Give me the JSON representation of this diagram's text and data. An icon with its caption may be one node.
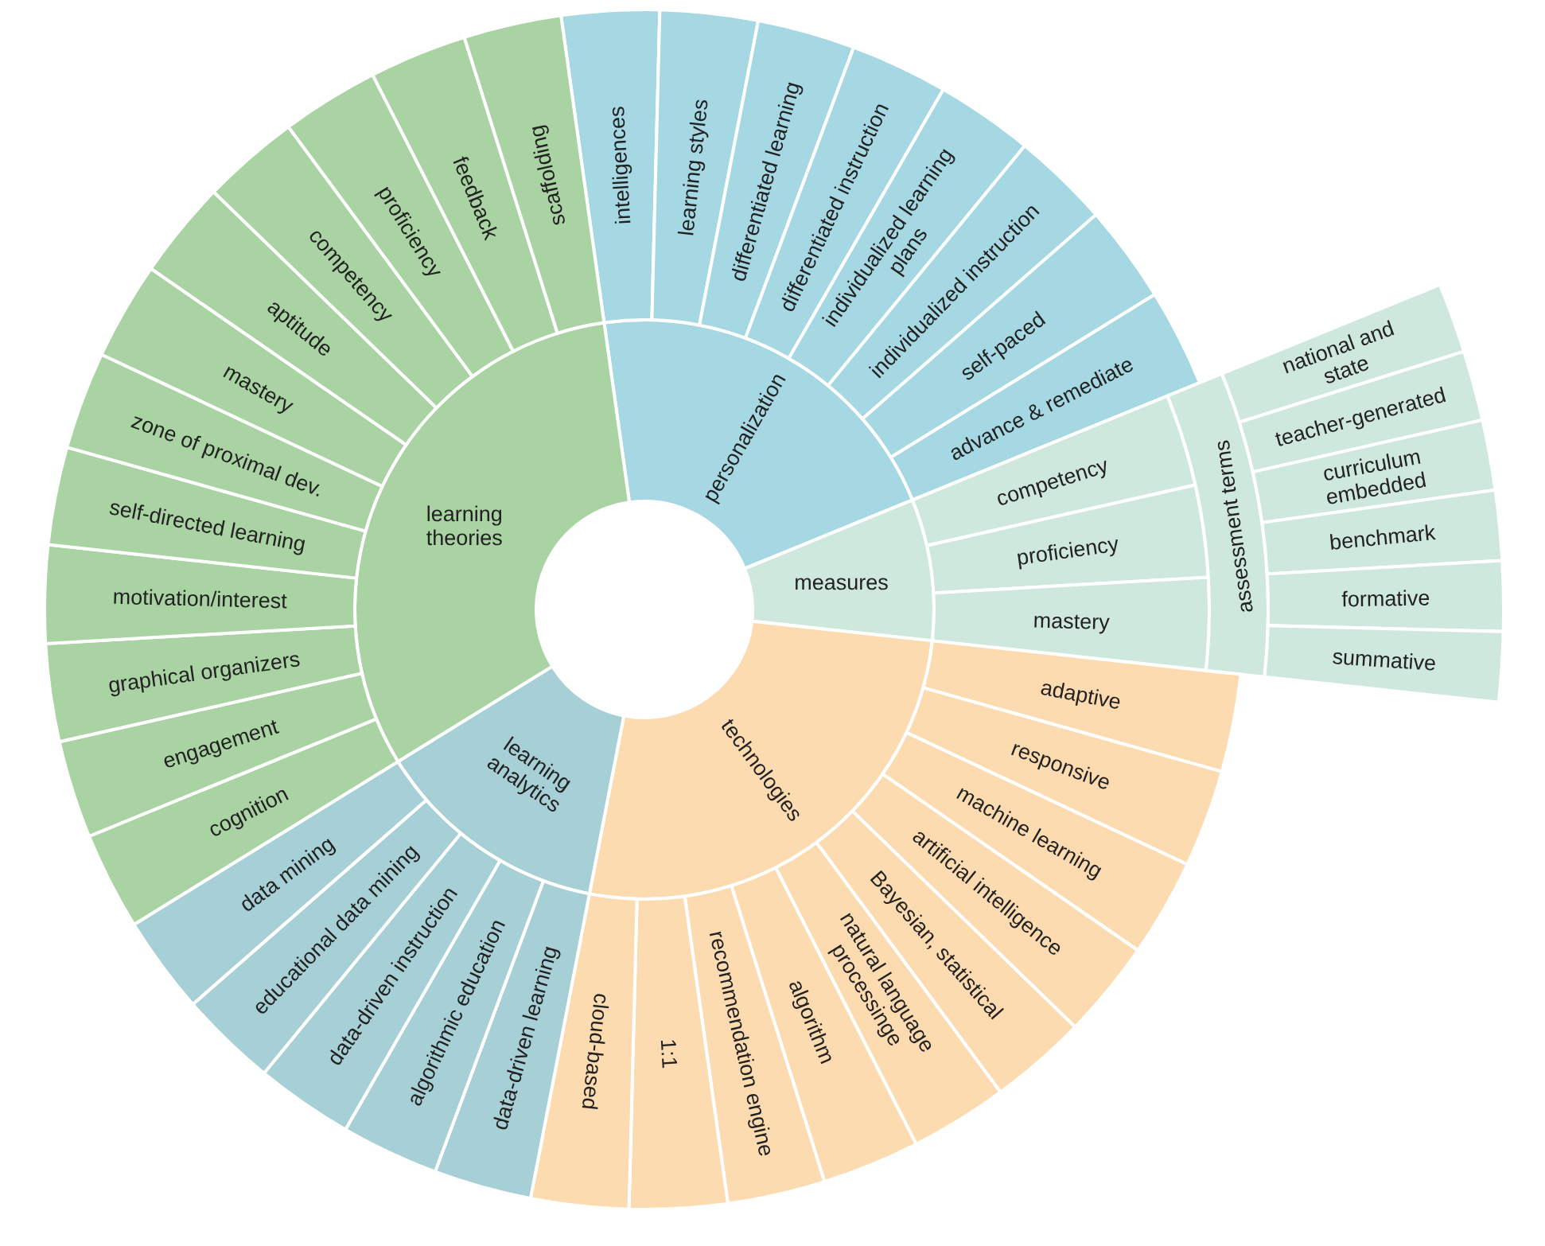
{
  "diagram": {
    "nodes": [
      {
        "text": [
          "learning theories"
        ]
      },
      {
        "text": [
          "cognition"
        ]
      },
      {
        "text": [
          "engagement"
        ]
      },
      {
        "text": [
          "graphical organizers"
        ]
      },
      {
        "text": [
          "motivation/interest"
        ]
      },
      {
        "text": [
          "self-directed learning"
        ]
      },
      {
        "text": [
          "zone of proximal dev."
        ]
      },
      {
        "text": [
          "mastery"
        ]
      },
      {
        "text": [
          "aptitude"
        ]
      },
      {
        "text": [
          "competency"
        ]
      },
      {
        "text": [
          "proficiency"
        ]
      },
      {
        "text": [
          "feedback"
        ]
      },
      {
        "text": [
          "scaffolding"
        ]
      },
      {
        "text": [
          "personalization"
        ]
      },
      {
        "text": [
          "intelligences"
        ]
      },
      {
        "text": [
          "learning styles"
        ]
      },
      {
        "text": [
          "differentiated learning"
        ]
      },
      {
        "text": [
          "differentiated instruction"
        ]
      },
      {
        "text": [
          "individualized learning plans"
        ]
      },
      {
        "text": [
          "individualized instruction"
        ]
      },
      {
        "text": [
          "self-paced"
        ]
      },
      {
        "text": [
          "advance & remediate"
        ]
      },
      {
        "text": [
          "measures"
        ]
      },
      {
        "text": [
          "competency"
        ]
      },
      {
        "text": [
          "proficiency"
        ]
      },
      {
        "text": [
          "mastery"
        ]
      },
      {
        "text": [
          "assessment terms"
        ]
      },
      {
        "text": [
          "national and state"
        ]
      },
      {
        "text": [
          "teacher-generated"
        ]
      },
      {
        "text": [
          "curriculum embedded"
        ]
      },
      {
        "text": [
          "benchmark"
        ]
      },
      {
        "text": [
          "formative"
        ]
      },
      {
        "text": [
          "summative"
        ]
      },
      {
        "text": [
          "technologies"
        ]
      },
      {
        "text": [
          "adaptive"
        ]
      },
      {
        "text": [
          "responsive"
        ]
      },
      {
        "text": [
          "machine learning"
        ]
      },
      {
        "text": [
          "artificial intelligence"
        ]
      },
      {
        "text": [
          "Bayesian, statistical"
        ]
      },
      {
        "text": [
          "natural language processinge"
        ]
      },
      {
        "text": [
          "algorithm"
        ]
      },
      {
        "text": [
          "recommendation engine"
        ]
      },
      {
        "text": [
          "1:1"
        ]
      },
      {
        "text": [
          "cloud-based"
        ]
      },
      {
        "text": [
          "learning analytics"
        ]
      },
      {
        "text": [
          "data-driven learning"
        ]
      },
      {
        "text": [
          "algorithmic education"
        ]
      },
      {
        "text": [
          "data-driven instruction"
        ]
      },
      {
        "text": [
          "educational data mining"
        ]
      },
      {
        "text": [
          "data mining"
        ]
      }
    ]
  }
}
